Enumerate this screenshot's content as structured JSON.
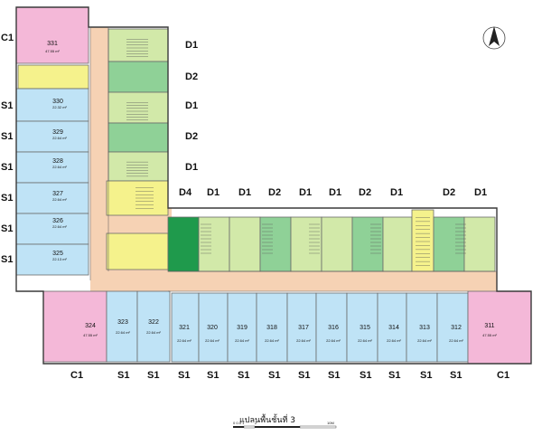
{
  "plan_title": "แปลนพื้นชั้นที่ 3",
  "scale_bar": {
    "labels": [
      "0 0.5 1",
      "2",
      "10M"
    ]
  },
  "north_arrow": "north-arrow-icon",
  "colors": {
    "C1": "#f4b8d8",
    "S1": "#bfe3f6",
    "D1": "#d2e9a9",
    "D2": "#8fd197",
    "D4": "#1f9a4c",
    "stair": "#f5f28c",
    "corridor": "#f6d2b4"
  },
  "units": [
    {
      "id": "u331",
      "num": "331",
      "area": "47.55 m²",
      "type": "C1"
    },
    {
      "id": "u330",
      "num": "330",
      "area": "22.32 m²",
      "type": "S1"
    },
    {
      "id": "u329",
      "num": "329",
      "area": "22.64 m²",
      "type": "S1"
    },
    {
      "id": "u328",
      "num": "328",
      "area": "22.64 m²",
      "type": "S1"
    },
    {
      "id": "u327",
      "num": "327",
      "area": "22.64 m²",
      "type": "S1"
    },
    {
      "id": "u326",
      "num": "326",
      "area": "22.64 m²",
      "type": "S1"
    },
    {
      "id": "u325",
      "num": "325",
      "area": "22.13 m²",
      "type": "S1"
    },
    {
      "id": "u324",
      "num": "324",
      "area": "47.55 m²",
      "type": "C1"
    },
    {
      "id": "u323",
      "num": "323",
      "area": "22.64 m²",
      "type": "S1"
    },
    {
      "id": "u322",
      "num": "322",
      "area": "22.64 m²",
      "type": "S1"
    },
    {
      "id": "u321",
      "num": "321",
      "area": "22.64 m²",
      "type": "S1"
    },
    {
      "id": "u320",
      "num": "320",
      "area": "22.64 m²",
      "type": "S1"
    },
    {
      "id": "u319",
      "num": "319",
      "area": "22.64 m²",
      "type": "S1"
    },
    {
      "id": "u318",
      "num": "318",
      "area": "22.64 m²",
      "type": "S1"
    },
    {
      "id": "u317",
      "num": "317",
      "area": "22.64 m²",
      "type": "S1"
    },
    {
      "id": "u316",
      "num": "316",
      "area": "22.64 m²",
      "type": "S1"
    },
    {
      "id": "u315",
      "num": "315",
      "area": "22.64 m²",
      "type": "S1"
    },
    {
      "id": "u314",
      "num": "314",
      "area": "22.64 m²",
      "type": "S1"
    },
    {
      "id": "u313",
      "num": "313",
      "area": "22.64 m²",
      "type": "S1"
    },
    {
      "id": "u312",
      "num": "312",
      "area": "22.64 m²",
      "type": "S1"
    },
    {
      "id": "u311",
      "num": "311",
      "area": "47.55 m²",
      "type": "C1"
    }
  ],
  "left_labels": [
    "C1",
    "S1",
    "S1",
    "S1",
    "S1",
    "S1",
    "S1"
  ],
  "right_labels": [
    "D1",
    "D2",
    "D1",
    "D2",
    "D1"
  ],
  "top_labels": [
    "D4",
    "D1",
    "D1",
    "D2",
    "D1",
    "D1",
    "D2",
    "D1",
    "D2",
    "D1"
  ],
  "bottom_labels": [
    "C1",
    "S1",
    "S1",
    "S1",
    "S1",
    "S1",
    "S1",
    "S1",
    "S1",
    "S1",
    "S1",
    "S1",
    "S1",
    "C1"
  ]
}
